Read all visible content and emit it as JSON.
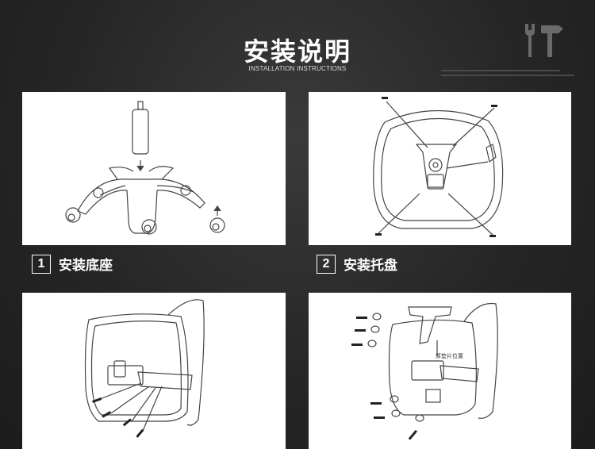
{
  "header": {
    "title": "安装说明",
    "subtitle": "INSTALLATION INSTRUCTIONS"
  },
  "steps": [
    {
      "number": "1",
      "label": "安装底座"
    },
    {
      "number": "2",
      "label": "安装托盘"
    }
  ],
  "diagram_labels": {
    "thick_washer": "厚垫片位置"
  },
  "icons": [
    "wrench-icon",
    "hammer-icon"
  ]
}
